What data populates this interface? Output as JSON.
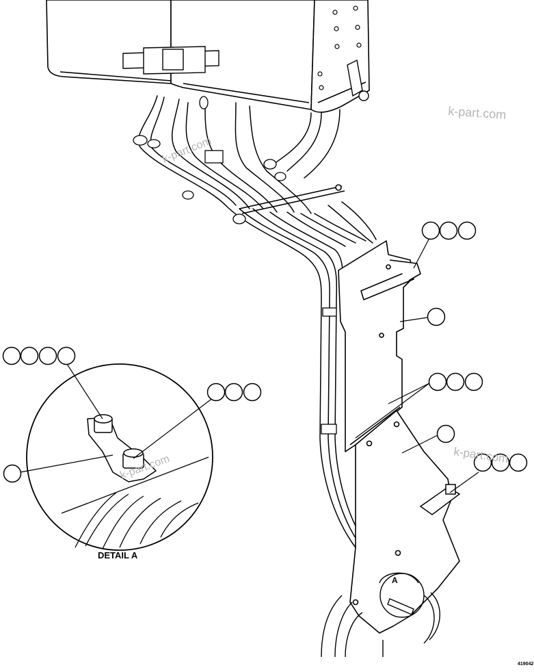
{
  "drawing": {
    "detail_label": "DETAIL A",
    "view_marker": "A",
    "drawing_number": "419042",
    "watermark": "k-part.com"
  },
  "callouts": [
    {
      "id": "callout-group-top-right",
      "bubbles": 3
    },
    {
      "id": "callout-shield-plate",
      "bubbles": 1
    },
    {
      "id": "callout-group-middle-right",
      "bubbles": 3
    },
    {
      "id": "callout-lower-plate",
      "bubbles": 1
    },
    {
      "id": "callout-clip",
      "bubbles": 3
    },
    {
      "id": "callout-detail-bolt",
      "bubbles": 4
    },
    {
      "id": "callout-detail-nut",
      "bubbles": 3
    },
    {
      "id": "callout-detail-bracket",
      "bubbles": 1
    }
  ],
  "colors": {
    "line": "#000000",
    "background": "#ffffff",
    "watermark": "#b5b5b5"
  }
}
